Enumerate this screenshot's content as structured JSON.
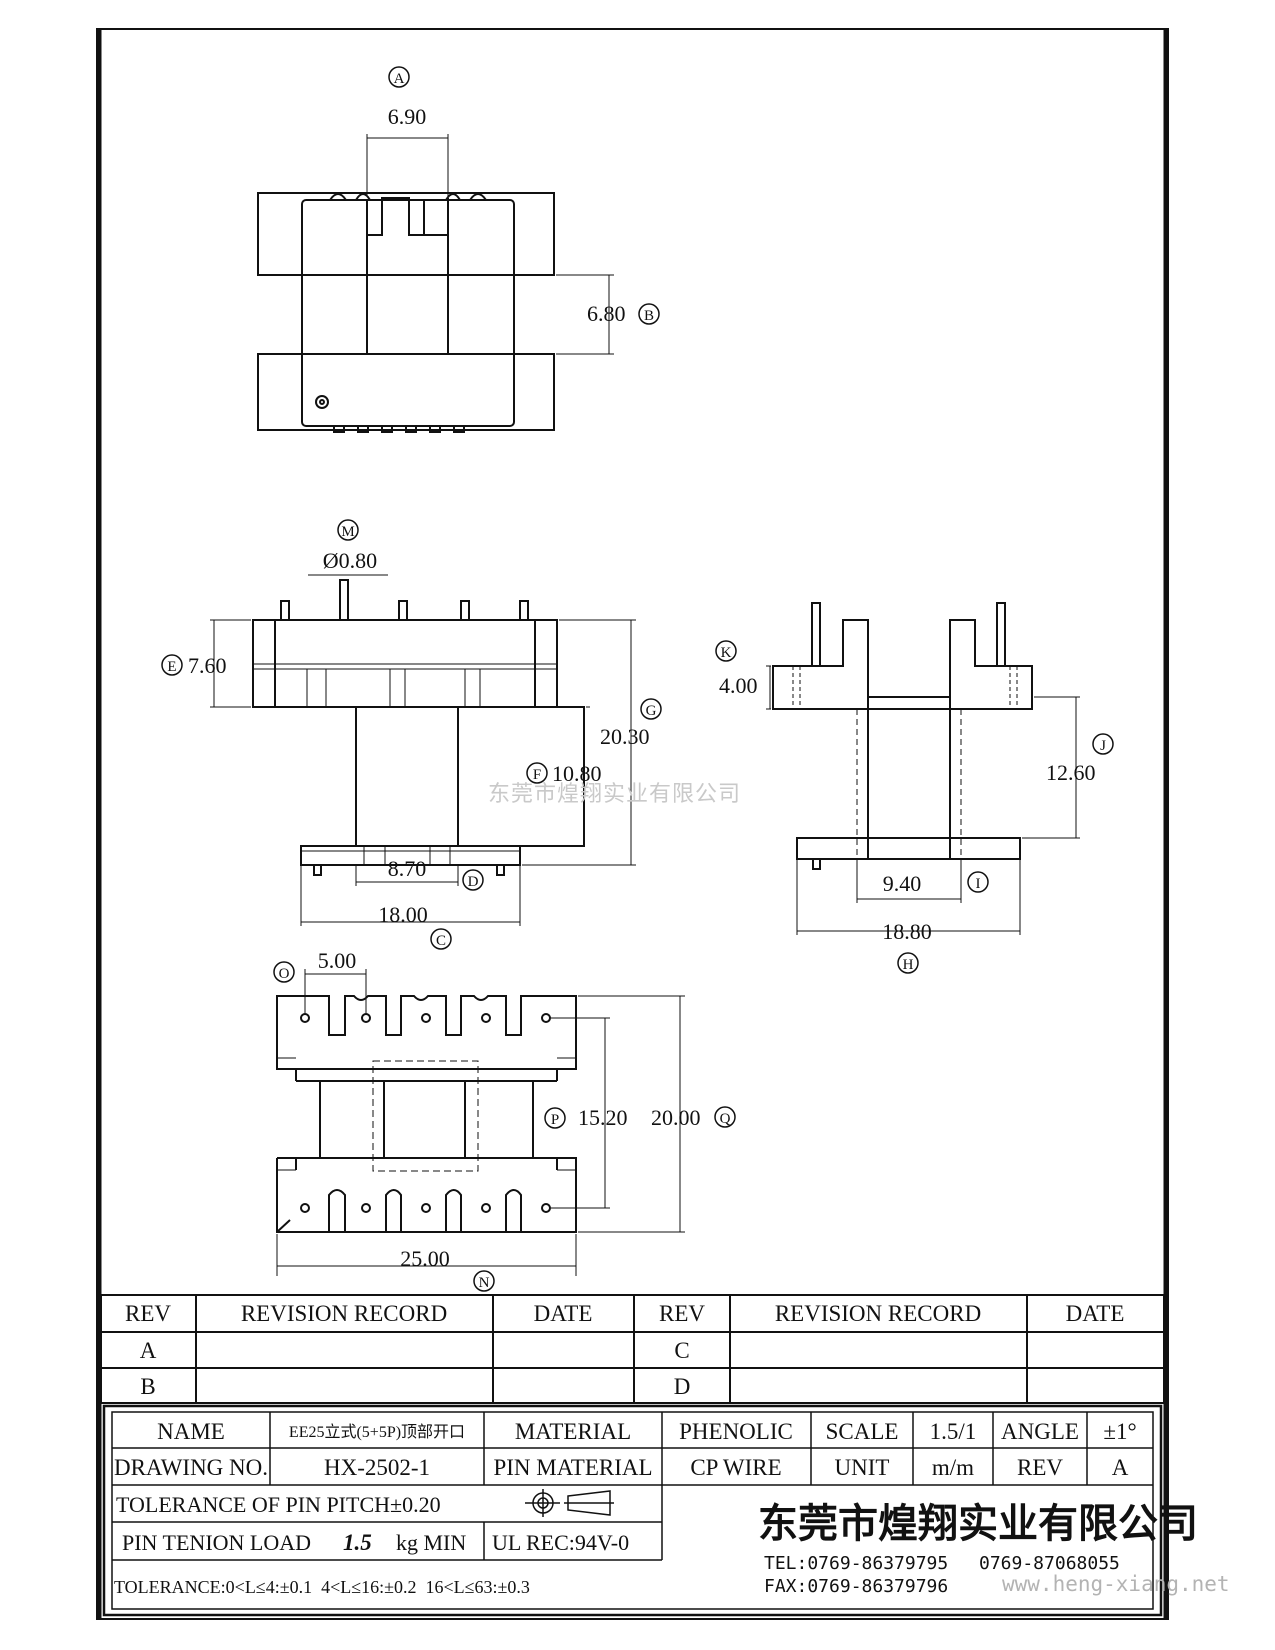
{
  "views": {
    "top": {
      "dims": [
        {
          "letter": "A",
          "value": "6.90"
        },
        {
          "letter": "B",
          "value": "6.80"
        }
      ]
    },
    "front": {
      "dims": [
        {
          "letter": "M",
          "value": "Ø0.80"
        },
        {
          "letter": "E",
          "value": "7.60"
        },
        {
          "letter": "G",
          "value": "20.30"
        },
        {
          "letter": "F",
          "value": "10.80"
        },
        {
          "letter": "D",
          "value": "8.70"
        },
        {
          "letter": "C",
          "value": "18.00"
        }
      ]
    },
    "side": {
      "dims": [
        {
          "letter": "K",
          "value": "4.00"
        },
        {
          "letter": "J",
          "value": "12.60"
        },
        {
          "letter": "I",
          "value": "9.40"
        },
        {
          "letter": "H",
          "value": "18.80"
        }
      ]
    },
    "bottom": {
      "dims": [
        {
          "letter": "O",
          "value": "5.00"
        },
        {
          "letter": "P",
          "value": "15.20"
        },
        {
          "letter": "Q",
          "value": "20.00"
        },
        {
          "letter": "N",
          "value": "25.00"
        }
      ]
    }
  },
  "watermark": "东莞市煌翔实业有限公司",
  "revision_table": {
    "headers": [
      "REV",
      "REVISION RECORD",
      "DATE",
      "REV",
      "REVISION RECORD",
      "DATE"
    ],
    "rows": [
      [
        "A",
        "",
        "",
        "C",
        "",
        ""
      ],
      [
        "B",
        "",
        "",
        "D",
        "",
        ""
      ]
    ]
  },
  "title_block": {
    "name_label": "NAME",
    "name_value": "EE25立式(5+5P)顶部开口",
    "material_label": "MATERIAL",
    "material_value": "PHENOLIC",
    "scale_label": "SCALE",
    "scale_value": "1.5/1",
    "angle_label": "ANGLE",
    "angle_value": "±1°",
    "drawing_no_label": "DRAWING NO.",
    "drawing_no_value": "HX-2502-1",
    "pin_material_label": "PIN MATERIAL",
    "pin_material_value": "CP WIRE",
    "unit_label": "UNIT",
    "unit_value": "m/m",
    "rev_label": "REV",
    "rev_value": "A",
    "tolerance_pitch": "TOLERANCE OF PIN PITCH±0.20",
    "pin_load_prefix": "PIN TENION LOAD",
    "pin_load_value": "1.5",
    "pin_load_suffix": "kg MIN",
    "ul_rec": "UL REC:94V-0",
    "tolerance_general": "TOLERANCE:0<L≤4:±0.1  4<L≤16:±0.2  16<L≤63:±0.3",
    "company": "东莞市煌翔实业有限公司",
    "tel": "TEL:0769-86379795",
    "tel2": "0769-87068055",
    "fax": "FAX:0769-86379796"
  },
  "site_url": "www.heng-xiang.net"
}
